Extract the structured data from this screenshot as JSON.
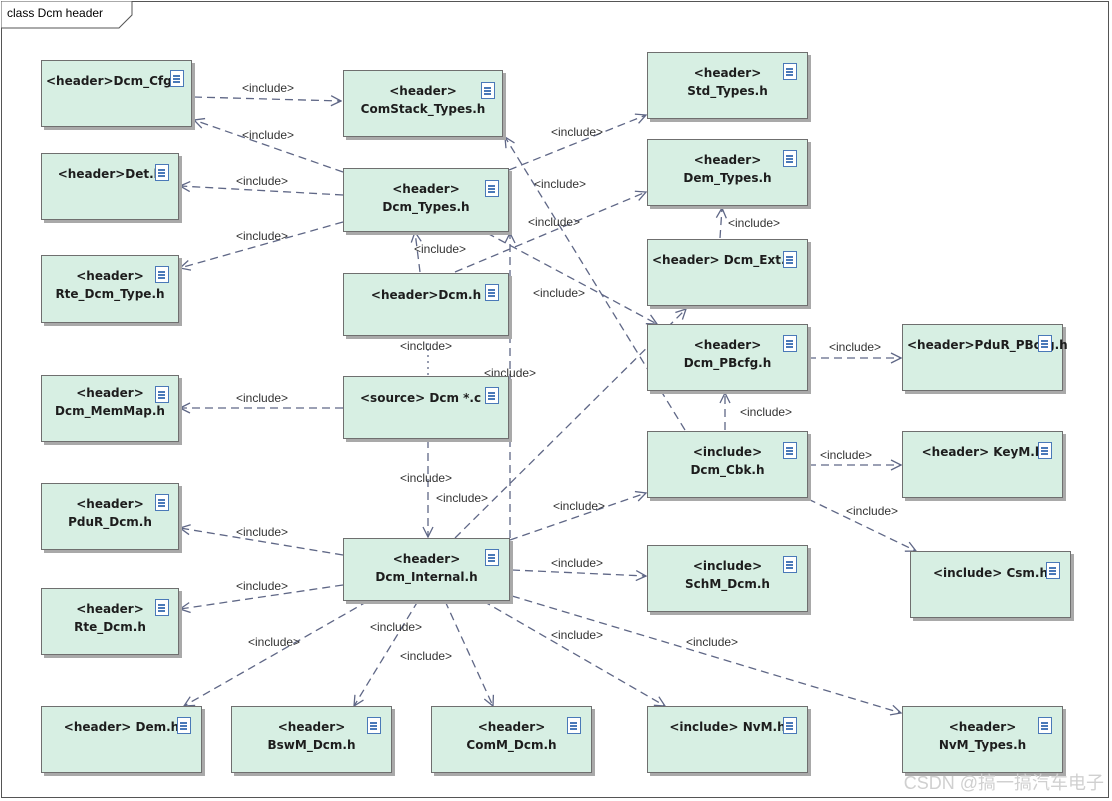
{
  "frame": {
    "title": "class Dcm header"
  },
  "nodes": {
    "dcm_cfg": {
      "line1": "<header>Dcm_Cfg.h",
      "line2": ""
    },
    "comstack": {
      "line1": "<header>",
      "line2": "ComStack_Types.h"
    },
    "std_types": {
      "line1": "<header>",
      "line2": "Std_Types.h"
    },
    "det": {
      "line1": "<header>Det.h",
      "line2": ""
    },
    "dcm_types": {
      "line1": "<header>",
      "line2": "Dcm_Types.h"
    },
    "dem_types": {
      "line1": "<header>",
      "line2": "Dem_Types.h"
    },
    "rte_dcm_type": {
      "line1": "<header>",
      "line2": "Rte_Dcm_Type.h"
    },
    "dcm_h": {
      "line1": "<header>Dcm.h",
      "line2": ""
    },
    "dcm_ext": {
      "line1": "<header> Dcm_Ext.h",
      "line2": ""
    },
    "dcm_pbcfg": {
      "line1": "<header>",
      "line2": "Dcm_PBcfg.h"
    },
    "pdur_pbcfg": {
      "line1": "<header>PduR_PBcfg.h",
      "line2": ""
    },
    "dcm_memmap": {
      "line1": "<header>",
      "line2": "Dcm_MemMap.h"
    },
    "dcm_c": {
      "line1": "<source> Dcm *.c",
      "line2": ""
    },
    "dcm_cbk": {
      "line1": "<include>",
      "line2": "Dcm_Cbk.h"
    },
    "keym": {
      "line1": "<header> KeyM.h",
      "line2": ""
    },
    "pdur_dcm": {
      "line1": "<header>",
      "line2": "PduR_Dcm.h"
    },
    "csm": {
      "line1": "<include>  Csm.h",
      "line2": ""
    },
    "dcm_internal": {
      "line1": "<header>",
      "line2": "Dcm_Internal.h"
    },
    "schm_dcm": {
      "line1": "<include>",
      "line2": "SchM_Dcm.h"
    },
    "rte_dcm": {
      "line1": "<header>",
      "line2": "Rte_Dcm.h"
    },
    "dem": {
      "line1": "<header> Dem.h",
      "line2": ""
    },
    "bswm_dcm": {
      "line1": "<header>",
      "line2": "BswM_Dcm.h"
    },
    "comm_dcm": {
      "line1": "<header>",
      "line2": "ComM_Dcm.h"
    },
    "nvm": {
      "line1": "<include> NvM.h",
      "line2": ""
    },
    "nvm_types": {
      "line1": "<header>",
      "line2": "NvM_Types.h"
    }
  },
  "edge_label": "<include>",
  "colors": {
    "node_fill": "#d7efe3",
    "edge": "#5f6786",
    "icon": "#4a79b8"
  },
  "watermark": "CSDN @搞一搞汽车电子"
}
